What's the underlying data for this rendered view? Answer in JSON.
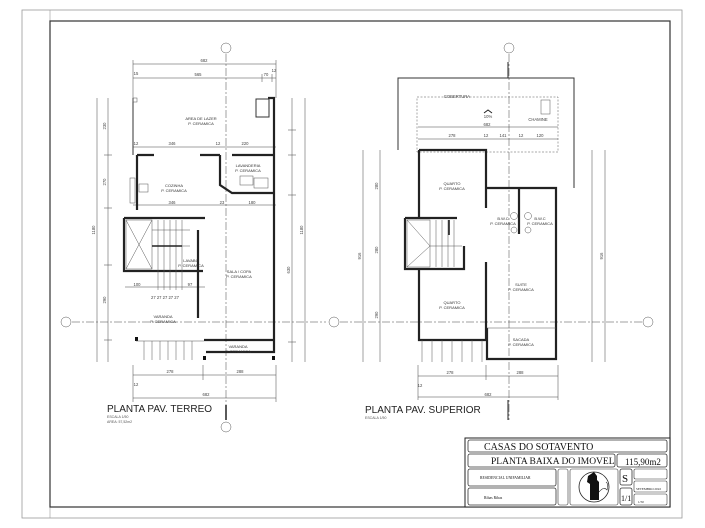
{
  "ground": {
    "title": "PLANTA PAV. TERREO",
    "subtitle": "ESCALA 1/50",
    "area": "AREA: 57,52m2",
    "rooms": {
      "lazer": "AREA DE LAZER",
      "cozinha": "COZINHA",
      "lavanderia": "LAVANDERIA",
      "lavabo": "LAVABO",
      "sala": "SALA / COPA",
      "varanda1": "VARANDA",
      "varanda2": "VARANDA",
      "floor": "P. CERAMICA"
    },
    "dims": {
      "total": "682",
      "t1": "15",
      "t2": "565",
      "t3": "70",
      "t4": "12",
      "m1": "12",
      "m2": "346",
      "m3": "12",
      "m4": "220",
      "k1": "346",
      "k2": "23",
      "k3": "180",
      "s1": "100",
      "s2": "97",
      "b1": "278",
      "b2": "288",
      "b3": "12",
      "v_total": "1180",
      "v1": "230",
      "v2": "270",
      "v3": "290",
      "v4": "630",
      "v5": "12"
    },
    "steps": "27 27 27 27 27"
  },
  "upper": {
    "title": "PLANTA PAV. SUPERIOR",
    "subtitle": "ESCALA 1/50",
    "roof_label": "COBERTURA",
    "roof_slope": "10%",
    "chimney": "CHAMINE",
    "rooms": {
      "quarto1": "QUARTO",
      "quarto2": "QUARTO",
      "bwc1": "B.W.C",
      "bwc2": "B.W.C",
      "suite": "SUITE",
      "sacada": "SACADA",
      "floor": "P. CERAMICA"
    },
    "dims": {
      "roof_total": "682",
      "r1": "278",
      "r2": "12",
      "r3": "141",
      "r4": "12",
      "r5": "120",
      "b1": "278",
      "b2": "288",
      "b_total": "682",
      "e": "12",
      "v_total": "916",
      "v1": "280",
      "v2": "280",
      "v3": "290"
    }
  },
  "title_block": {
    "project": "CASAS DO SOTAVENTO",
    "sheet_title": "PLANTA BAIXA DO IMOVEL",
    "area": "115,90m2",
    "client": "RESIDENCIAL UNIFAMILIAR",
    "author": "Ribas Ribas",
    "sheet_letter": "S",
    "sheet_number": "1/1",
    "date": "SETEMBRO 2022",
    "scale": "1/50"
  }
}
